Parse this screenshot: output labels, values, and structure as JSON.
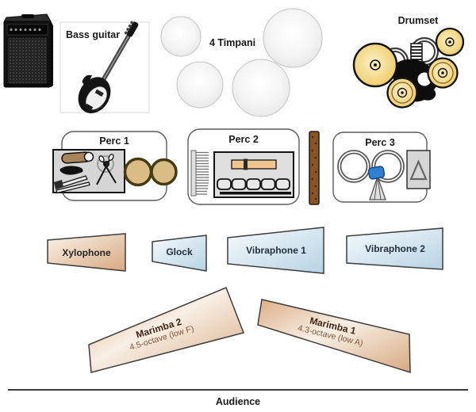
{
  "stage_plot": {
    "back_line": {
      "bass_amp": {
        "icon": "bass-amp"
      },
      "bass_guitar": {
        "label": "Bass guitar"
      },
      "timpani": {
        "label": "4 Timpani",
        "drum_count": 4
      },
      "drumset": {
        "label": "Drumset"
      }
    },
    "perc_stations": [
      {
        "label": "Perc 1",
        "icons": [
          "trap-table",
          "shaker",
          "slapstick",
          "beaters",
          "hand-drums"
        ]
      },
      {
        "label": "Perc 2",
        "icons": [
          "mark-tree",
          "tube-shaker",
          "temple-blocks",
          "rainstick"
        ]
      },
      {
        "label": "Perc 3",
        "icons": [
          "concert-toms",
          "cowbell",
          "vibraslap",
          "triangle"
        ]
      }
    ],
    "keyboards": [
      {
        "label": "Xylophone"
      },
      {
        "label": "Glock"
      },
      {
        "label": "Vibraphone 1"
      },
      {
        "label": "Vibraphone 2"
      },
      {
        "label": "Marimba 2",
        "sublabel": "4.5-octave (low F)"
      },
      {
        "label": "Marimba 1",
        "sublabel": "4.3-octave (low A)"
      }
    ],
    "audience": {
      "label": "Audience"
    }
  },
  "colors": {
    "cymbal_gold": "#f0cf6e",
    "wood_tan": "#d7a981",
    "metal_blue": "#b7d3e3",
    "cowbell_blue": "#2f80d0",
    "drum_head_tan": "#dabd85",
    "rainstick_brown": "#8a5526",
    "outline_gray": "#3d3d3d"
  }
}
